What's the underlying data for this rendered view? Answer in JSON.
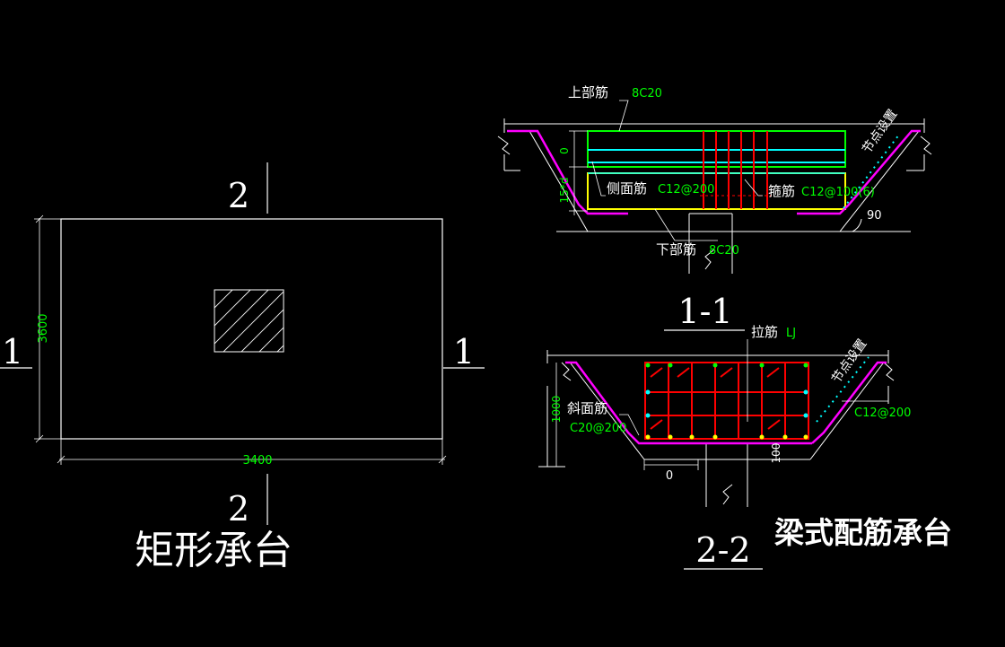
{
  "colors": {
    "background": "#000000",
    "line": "#ffffff",
    "dimension": "#00ff00",
    "green_bar": "#00ff00",
    "cyan_bar": "#00ffff",
    "yellow_bar": "#ffff00",
    "red_bar": "#ff0000",
    "magenta_bar": "#ff00ff"
  },
  "plan": {
    "title": "矩形承台",
    "width_dim": "3400",
    "height_dim": "3600",
    "cut_1_left": "1",
    "cut_1_right": "1",
    "cut_2_top": "2",
    "cut_2_bottom": "2"
  },
  "section_1_1": {
    "label": "1-1",
    "top_bar_label": "上部筋",
    "top_bar_spec": "8C20",
    "side_bar_label": "侧面筋",
    "side_bar_spec": "C12@200",
    "stirrup_label": "箍筋",
    "stirrup_spec": "C12@100(6)",
    "bottom_bar_label": "下部筋",
    "bottom_bar_spec": "8C20",
    "node_setting": "节点设置",
    "dim_top": "0",
    "dim_side": "15*d",
    "angle": "90"
  },
  "section_2_2": {
    "label": "2-2",
    "tie_bar_label": "拉筋",
    "tie_bar_spec": "LJ",
    "slope_bar_label": "斜面筋",
    "slope_bar_spec": "C20@200",
    "node_setting": "节点设置",
    "right_spec": "C12@200",
    "dim_height": "1000",
    "dim_bottom": "0",
    "dim_right": "100"
  },
  "drawing_title": "梁式配筋承台"
}
